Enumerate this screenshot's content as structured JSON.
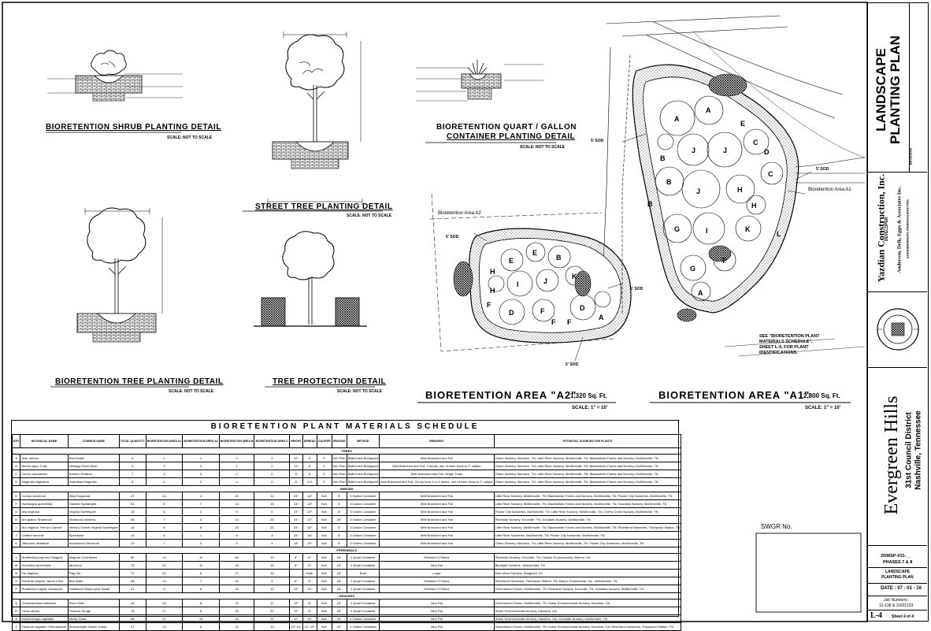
{
  "details": {
    "shrub_title": "BIORETENTION SHRUB PLANTING DETAIL",
    "street_title": "STREET TREE PLANTING DETAIL",
    "quart_title_1": "BIORETENTION QUART / GALLON",
    "quart_title_2": "CONTAINER PLANTING DETAIL",
    "tree_title": "BIORETENTION TREE PLANTING DETAIL",
    "protection_title": "TREE PROTECTION DETAIL",
    "scale_nts": "SCALE: NOT TO SCALE"
  },
  "plan": {
    "area_a2_label": "Bioretention Area A2",
    "area_a1_label": "Bioretention Area A1",
    "sod_label": "5' SOD",
    "see_note": [
      "SEE \"BIORETENTION PLANT",
      "MATERIALS SCHEDULE\",",
      "SHEET L-4, FOR PLANT",
      "IDENTIFICATIONS."
    ],
    "a2_title": "BIORETENTION AREA \"A2\"",
    "a2_size": "1,320 Sq. Ft.",
    "a1_title": "BIORETENTION AREA \"A1\"",
    "a1_size": "2,800 Sq. Ft.",
    "scale": "SCALE: 1\" = 10'"
  },
  "schedule": {
    "title": "BIORETENTION PLANT MATERIALS SCHEDULE",
    "headers": [
      "KEY",
      "BOTANICAL NAME",
      "COMMON NAME",
      "TOTAL QUANTITY",
      "BIORETENTION AREA A1",
      "BIORETENTION AREA A2",
      "BIORETENTION AREA B",
      "BIORETENTION AREA C",
      "HEIGHT",
      "SPREAD",
      "CALIPER",
      "SPACING",
      "METHOD",
      "REMARKS",
      "POTENTIAL SOURCES FOR PLANTS"
    ],
    "groups": [
      {
        "name": "TREES",
        "rows": [
          [
            "A",
            "Acer rubrum",
            "Red Maple",
            "6",
            "2",
            "1",
            "2",
            "2",
            "12'",
            "6'",
            "2\"",
            "See Plan",
            "Balled and Burlapped",
            "Well Branched and Full",
            "Odom Nursery, Morrison, TN; Little River Nursery, McMinnville, TN; Blackwelder Farms and Nursery, McMinnville, TN"
          ],
          [
            "B",
            "Betula nigra 'Cully'",
            "Heritage River Birch",
            "9",
            "3",
            "3",
            "1",
            "2",
            "12'",
            "6'",
            "2\"",
            "See Plan",
            "Balled and Burlapped",
            "Well Branched and Full, 3 trunks, min of each trunk to 2\" caliper",
            "Odom Nursery, Morrison, TN; Little River Nursery, McMinnville, TN; Blackwelder Farms and Nursery, McMinnville, TN"
          ],
          [
            "C",
            "Cercis canadensis",
            "Eastern Redbud",
            "7",
            "3",
            "0",
            "2",
            "2",
            "8'",
            "5'",
            "2\"",
            "See Plan",
            "Balled and Burlapped",
            "Well Branched and Full, Single Trunk",
            "Odom Nursery, Morrison, TN; Little River Nursery, McMinnville, TN; Blackwelder Farms and Nursery, McMinnville, TN"
          ],
          [
            "D",
            "Magnolia virginiana",
            "Sweetbay Magnolia",
            "8",
            "0",
            "2",
            "4",
            "2",
            "8'",
            "4.5'",
            "2\"",
            "See Plan",
            "Balled and Burlapped",
            "Well Branched and Full, Clump form 3 or 4 trunks, one of each trunk to 2\" caliper",
            "Odom Nursery, Morrison, TN; Little River Nursery, McMinnville, TN; Blackwelder Farms and Nursery, McMinnville, TN"
          ]
        ]
      },
      {
        "name": "SHRUBS",
        "rows": [
          [
            "E",
            "Cornus amomum",
            "Silky Dogwood",
            "47",
            "13",
            "4",
            "20",
            "11",
            "24\"",
            "18\"",
            "N/A",
            "5'",
            "3 Gallon Container",
            "Well Branched and Full",
            "Little River Nursery, McMinnville, TN; Blackwelder Farms and Nursery, McMinnville, TN; Flower City Nurseries, McMinnville, TN"
          ],
          [
            "F",
            "Hydrangea quercifolia",
            "Oakleaf Hydrangea",
            "52",
            "5",
            "7",
            "14",
            "13",
            "24\"",
            "18\"",
            "N/A",
            "4'",
            "3 Gallon Container",
            "Well Branched and Full",
            "Little River Nursery, McMinnville, TN; Blackwelder Farms and Nursery, McMinnville, TN; Goodlark Nursery, McMinnville, TN"
          ],
          [
            "G",
            "Itea virginica",
            "Virginia Sweetspire",
            "18",
            "6",
            "3",
            "4",
            "5",
            "24\"",
            "24\"",
            "N/A",
            "5'",
            "3 Gallon Container",
            "Well Branched and Full",
            "Flower City Nurseries, McMinnville, TN; Little River Nursery, McMinnville, TN; Cherry Creek Nursery, McMinnville, TN"
          ],
          [
            "H",
            "Ilex glabra 'Shamrock'",
            "Shamrock Inkberry",
            "48",
            "7",
            "4",
            "14",
            "23",
            "24\"",
            "22\"",
            "N/A",
            "40\"",
            "3 Gallon Container",
            "Well Branched and Full",
            "Riverside Nursery, Knoxville, TN; Goodlark Nursery, McMinnville, TN"
          ],
          [
            "I",
            "Ilex virginica 'Henry's Garnet'",
            "Henry's Garnet Virginia Sweetspire",
            "16",
            "5",
            "6",
            "24",
            "26",
            "24\"",
            "18\"",
            "N/A",
            "5'",
            "3 Gallon Container",
            "Well Branched and Full",
            "Little River Nursery, McMinnville, TN; Blackwelder Farms and Nursery, McMinnville, TN; Riverbend Nurseries, Thompson Station, TN"
          ],
          [
            "J",
            "Lindera benzoin",
            "Spicebush",
            "13",
            "5",
            "1",
            "8",
            "3",
            "24\"",
            "18\"",
            "N/A",
            "5'",
            "3 Gallon Container",
            "Well Branched and Full",
            "Little River Nurseries, McMinnville, TN; Flower City Nurseries, McMinnville, TN"
          ],
          [
            "K",
            "Viburnum dentatum",
            "Arrowwood Viburnum",
            "23",
            "7",
            "3",
            "9",
            "4",
            "18\"",
            "15\"",
            "N/A",
            "5'",
            "3 Gallon Container",
            "Well Branched and Full",
            "Odom Nursery, Morrison, TN; Little River Nursery, McMinnville, TN; Flower City Nurseries, McMinnville, TN"
          ]
        ]
      },
      {
        "name": "PERENNIALS",
        "rows": [
          [
            "L",
            "Rudbeckia purpurea 'Magnus'",
            "Magnus Coneflower",
            "80",
            "13",
            "11",
            "53",
            "13",
            "6\"",
            "6\"",
            "N/A",
            "18\"",
            "1 Quart Container",
            "Minimum 3 Stems",
            "Riverside Nursery, Knoxville, TN; Classic Groundcovers, Athens, GA"
          ],
          [
            "M",
            "Heuchera americana",
            "Alumroot",
            "73",
            "20",
            "11",
            "18",
            "16",
            "6\"",
            "6\"",
            "N/A",
            "18\"",
            "1 Quart Container",
            "Very Full",
            "Bluelight Gardens, Jacksonville, TN"
          ],
          [
            "N",
            "Iris virginica",
            "Flag Iris",
            "71",
            "20",
            "6",
            "17",
            "18",
            "",
            "Bulb",
            "N/A",
            "18\"",
            "Bulb",
            "Large",
            "New Moon Nursery, Bridgeton, NJ"
          ],
          [
            "O",
            "Monarda didyma 'Jacob Cline'",
            "Bee Balm",
            "58",
            "14",
            "7",
            "20",
            "9",
            "6\"",
            "6\"",
            "N/A",
            "18\"",
            "1 Quart Container",
            "Minimum 3 Stems",
            "Riverbend Nurseries, Thompson Station, TN; Mary's Greenhouse, Inc., McMinnville, TN"
          ],
          [
            "P",
            "Rudbeckia fulgida 'Goldsturm'",
            "Goldsturm Black-eyed Susan",
            "51",
            "9",
            "6",
            "15",
            "13",
            "12\"",
            "12\"",
            "N/A",
            "18\"",
            "1 Quart Container",
            "Minimum 3 Stems",
            "Greenhaven Farms, McMinnville, TN; Riverside Nursery, Knoxville, TN; Goodlark Nursery, McMinnville, TN"
          ]
        ]
      },
      {
        "name": "GRASSES",
        "rows": [
          [
            "Q",
            "Chasmanthium latifolium",
            "River Oats",
            "44",
            "14",
            "8",
            "10",
            "12",
            "12\"",
            "6\"",
            "N/A",
            "18\"",
            "1 Quart Container",
            "Very Full",
            "Greenhaven Farms, McMinnville, TN; Sober Environmental Nursery, Hazelton, GA"
          ],
          [
            "R",
            "Carex stricta",
            "Tussock Sedge",
            "78",
            "17",
            "6",
            "33",
            "22",
            "12\"",
            "6\"",
            "N/A",
            "18\"",
            "1 Quart Container",
            "Very Full",
            "Sober Environmental Nursery, Hazelton, GA"
          ],
          [
            "S",
            "Muhlenbergia capillaris",
            "Muhly Grass",
            "58",
            "21",
            "15",
            "24",
            "11",
            "12\"",
            "10\"",
            "N/A",
            "24\"",
            "1 Gallon Container",
            "Very Full",
            "Sober Environmental Nursery, Hazelton, GA; Goodlark Nursery, McMinnville, TN"
          ],
          [
            "T",
            "Panicum virgatum 'Shenandoah'",
            "Shenandoah Switch Grass",
            "57",
            "10",
            "6",
            "10",
            "13",
            "12\"-15\"",
            "12\"-15\"",
            "N/A",
            "24\"",
            "1 Gallon Container",
            "Very Full",
            "Greenhaven Farms, McMinnville, TN; Sober Environmental Nursery, Hazelton, GA; Riverbend Nurseries, Thompson Station, TN"
          ]
        ]
      }
    ]
  },
  "swgr": {
    "label": "SWGR No."
  },
  "titleblock": {
    "sheet_title_1": "LANDSCAPE",
    "sheet_title_2": "PLANTING PLAN",
    "revisions": "REVISIONS",
    "company": "Yazdian Construction, Inc.",
    "developer": "DEVELOPER",
    "firm": "Anderson, Delk, Epps & Associates Inc.",
    "firm_sub": "ENGINEERING/PLANNING/SURVEYING",
    "project_1": "Evergreen Hills",
    "project_2": "31st Council District",
    "project_3": "Nashville, Tennessee",
    "number": "2008SP-031-__",
    "phases": "PHASES 7 & 8",
    "small_title_1": "LANDSCAPE",
    "small_title_2": "PLANTING PLAN",
    "date": "DATE : 07 - 01 - 16",
    "job_label": "Job Numbers:",
    "job_numbers": "12-138 & 11601133",
    "sheet_no": "L-4",
    "sheet_of": "Sheet 4 of 4"
  }
}
